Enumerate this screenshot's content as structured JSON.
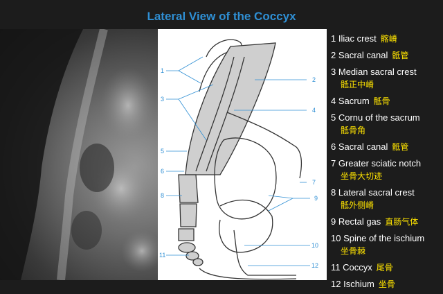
{
  "title": "Lateral View of the Coccyx",
  "legend": [
    {
      "num": "1",
      "en": "Iliac crest",
      "zh": "髂嵴",
      "wrap": false
    },
    {
      "num": "2",
      "en": "Sacral canal",
      "zh": "骶管",
      "wrap": false
    },
    {
      "num": "3",
      "en": "Median sacral crest",
      "zh": "骶正中嵴",
      "wrap": true
    },
    {
      "num": "4",
      "en": "Sacrum",
      "zh": "骶骨",
      "wrap": false
    },
    {
      "num": "5",
      "en": "Cornu of the sacrum",
      "zh": "骶骨角",
      "wrap": true
    },
    {
      "num": "6",
      "en": "Sacral canal",
      "zh": "骶管",
      "wrap": false
    },
    {
      "num": "7",
      "en": "Greater sciatic notch",
      "zh": "坐骨大切迹",
      "wrap": true
    },
    {
      "num": "8",
      "en": "Lateral sacral crest",
      "zh": "骶外侧嵴",
      "wrap": true
    },
    {
      "num": "9",
      "en": "Rectal gas",
      "zh": "直肠气体",
      "wrap": false
    },
    {
      "num": "10",
      "en": "Spine of the ischium",
      "zh": "坐骨棘",
      "wrap": true
    },
    {
      "num": "11",
      "en": "Coccyx",
      "zh": "尾骨",
      "wrap": false
    },
    {
      "num": "12",
      "en": "Ischium",
      "zh": "坐骨",
      "wrap": false
    }
  ],
  "diagram_labels": [
    "1",
    "2",
    "3",
    "4",
    "5",
    "6",
    "7",
    "8",
    "9",
    "10",
    "11",
    "12"
  ]
}
